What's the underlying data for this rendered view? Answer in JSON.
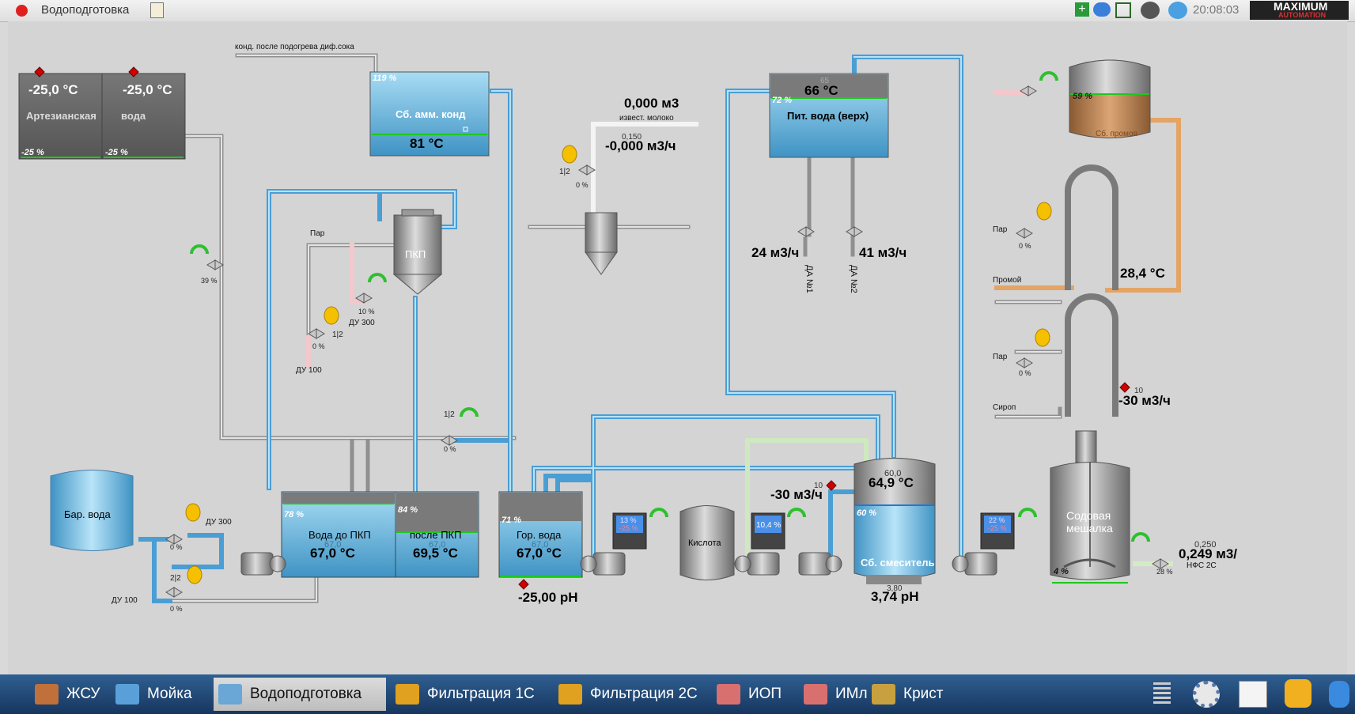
{
  "window": {
    "title": "Водоподготовка",
    "clock": "20:08:03",
    "brand": "MAXIMUM",
    "brand_sub": "AUTOMATION"
  },
  "tanks": {
    "artesian": {
      "label": "Артезианская",
      "temp": "-25,0 °C",
      "level": "-25 %"
    },
    "water": {
      "label": "вода",
      "temp": "-25,0 °C",
      "level": "-25 %"
    },
    "amm_cond": {
      "label": "Сб. амм. конд",
      "temp": "81 °C",
      "level": "119 %"
    },
    "pit_voda": {
      "label": "Пит. вода (верх)",
      "temp": "66 °C",
      "setpoint": "65",
      "level": "72 %"
    },
    "promoy_tank": {
      "label": "Сб. промоя",
      "level": "59 %"
    },
    "bar_voda": {
      "label": "Бар. вода"
    },
    "voda_do_pkp": {
      "label": "Вода до ПКП",
      "temp": "67,0 °C",
      "setpoint": "67,0",
      "level": "78 %"
    },
    "posle_pkp": {
      "label": "после ПКП",
      "temp": "69,5 °C",
      "setpoint": "67,0",
      "level": "84 %"
    },
    "gor_voda": {
      "label": "Гор. вода",
      "temp": "67,0 °C",
      "setpoint": "67,0",
      "level": "71 %",
      "ph": "-25,00 pH"
    },
    "kislota": {
      "label": "Кислота"
    },
    "sb_smesitel": {
      "label": "Сб. смеситель",
      "temp": "64,9 °C",
      "setpoint": "60,0",
      "level": "60 %",
      "ph": "3,74 pH",
      "ph_sp": "3,80"
    },
    "sodovaya": {
      "label1": "Содовая",
      "label2": "мешалка",
      "level": "4 %"
    },
    "pkp": {
      "label": "ПКП"
    }
  },
  "labels": {
    "kond": "конд. после подогрева диф.сока",
    "izvest": "извест. молоко",
    "par": "Пар",
    "promoy": "Промой",
    "sirop": "Сироп",
    "du300": "ДУ 300",
    "du100": "ДУ 100",
    "da1": "ДА №1",
    "da2": "ДА №2",
    "nfs": "НФС 2С"
  },
  "values": {
    "izvest_total": "0,000 м3",
    "izvest_sp": "0,150",
    "izvest_flow": "-0,000 м3/ч",
    "da1_flow": "24 м3/ч",
    "da2_flow": "41 м3/ч",
    "temp_28": "28,4 °C",
    "sirop_sp": "10",
    "sirop_flow": "-30 м3/ч",
    "kislota_sp": "10",
    "kislota_flow": "-30 м3/ч",
    "nfs_sp": "0,250",
    "nfs_flow": "0,249 м3/"
  },
  "valves": {
    "v39": "39 %",
    "v10": "10 %",
    "v0a": "0 %",
    "v12a": "1|2",
    "vizv": "0 %",
    "vizv_pos": "1|2",
    "v0b": "0 %",
    "v12b": "1|2",
    "v0c": "0 %",
    "v0d": "0 %",
    "v22": "2|2",
    "v0e": "0 %",
    "v0f": "0 %",
    "v28": "28 %"
  },
  "drives": {
    "d1": "13 %",
    "d1b": "-25 %",
    "d2": "10,4 %",
    "d3": "22 %",
    "d3b": "-25 %"
  },
  "taskbar": [
    {
      "label": "ЖСУ",
      "color": "#c0703a"
    },
    {
      "label": "Мойка",
      "color": "#5aa0d8"
    },
    {
      "label": "Водоподготовка",
      "color": "#6aa6d6"
    },
    {
      "label": "Фильтрация 1С",
      "color": "#e0a020"
    },
    {
      "label": "Фильтрация 2С",
      "color": "#e0a020"
    },
    {
      "label": "ИОП",
      "color": "#d87070"
    },
    {
      "label": "ИМл",
      "color": "#d87070"
    },
    {
      "label": "Крист",
      "color": "#c8a040"
    }
  ],
  "colors": {
    "water_pipe": "#5aaee0",
    "steam_pipe": "#f0c0c8",
    "promoy_pipe": "#e8a868",
    "gray_pipe": "#9a9a9a",
    "rotate": "#2ec02e",
    "hand": "#f5c000",
    "alarm": "#d00000"
  }
}
